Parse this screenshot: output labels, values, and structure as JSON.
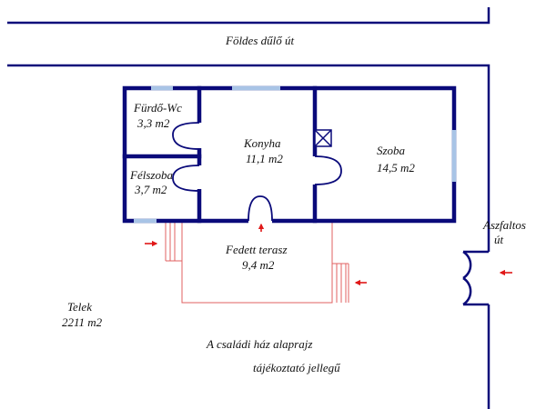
{
  "colors": {
    "wall": "#0a0a7a",
    "window": "#a8c4e6",
    "terrace": "#e06060",
    "arrow": "#e01818",
    "background": "#ffffff"
  },
  "road": {
    "dirt_label": "Földes dűlő út",
    "asphalt_label_line1": "Aszfaltos",
    "asphalt_label_line2": "út"
  },
  "rooms": {
    "bath": {
      "name": "Fürdő-Wc",
      "area": "3,3 m2"
    },
    "halfroom": {
      "name": "Félszoba",
      "area": "3,7 m2"
    },
    "kitchen": {
      "name": "Konyha",
      "area": "11,1 m2"
    },
    "room": {
      "name": "Szoba",
      "area": "14,5 m2"
    },
    "terrace": {
      "name": "Fedett terasz",
      "area": "9,4 m2"
    }
  },
  "plot": {
    "label": "Telek",
    "area": "2211 m2"
  },
  "caption": {
    "line1": "A családi ház alaprajz",
    "line2": "tájékoztató jellegű"
  },
  "icons": {
    "entry_arrows": "arrow-icon",
    "chimney": "chimney-icon"
  }
}
